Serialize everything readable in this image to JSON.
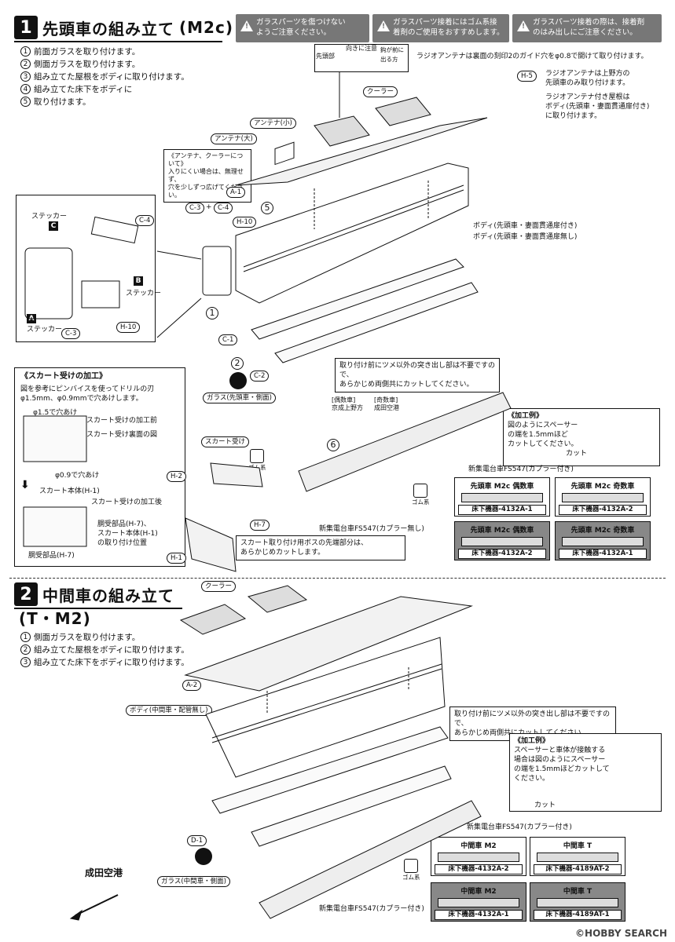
{
  "section1": {
    "num": "1",
    "title": "先頭車の組み立て",
    "model": "(M2c)",
    "steps": [
      {
        "n": "1",
        "text": "前面ガラスを取り付けます。"
      },
      {
        "n": "2",
        "text": "側面ガラスを取り付けます。"
      },
      {
        "n": "3",
        "text": "組み立てた屋根をボディに取り付けます。"
      },
      {
        "n": "4",
        "text": "組み立てた床下をボディに"
      },
      {
        "n": "5",
        "text": "取り付けます。"
      }
    ],
    "warnings": [
      {
        "line1": "ガラスパーツを傷つけない",
        "line2": "ようご注意ください。"
      },
      {
        "line1": "ガラスパーツ接着にはゴム系接",
        "line2": "着剤のご使用をおすすめします。"
      },
      {
        "line1": "ガラスパーツ接着の際は、接着剤",
        "line2": "のはみ出しにご注意ください。"
      }
    ],
    "labels": {
      "forward": "向きに注意",
      "head_side": "先頭部",
      "hook": "鈎が前に出る方",
      "radio_note": "ラジオアンテナは裏面の刻印2のガイド穴をφ0.8で開けて取り付けます。",
      "h5": "H-5",
      "radio_note2a": "ラジオアンテナは上野方の",
      "radio_note2b": "先頭車のみ取り付けます。",
      "radio_note3a": "ラジオアンテナ付き屋根は",
      "radio_note3b": "ボディ(先頭車・妻面貫通扉付き)",
      "radio_note3c": "に取り付けます。",
      "cooler": "クーラー",
      "antenna_small": "アンテナ(小)",
      "antenna_large": "アンテナ(大)",
      "antenna_note1": "《アンテナ、クーラーについて》",
      "antenna_note2": "入りにくい場合は、無理せず、",
      "antenna_note3": "穴を少しずつ広げてください。",
      "a1": "A-1",
      "step5": "5",
      "c3": "C-3",
      "c4": "C-4",
      "h10": "H-10",
      "plus": "+",
      "sticker": "ステッカー",
      "sticker_c": "C",
      "sticker_b": "B",
      "sticker_a": "A",
      "body1": "ボディ(先頭車・妻面貫通扉付き)",
      "body2": "ボディ(先頭車・妻面貫通扉無し)",
      "step1": "1",
      "c1": "C-1",
      "c2": "C-2",
      "step2": "2",
      "glass_front": "ガラス(先頭車・側面)",
      "cut_note1": "取り付け前にツメ以外の突き出し部は不要ですので、",
      "cut_note2": "あらかじめ両側共にカットしてください。",
      "dir_even_head": "[偶数車]",
      "dir_even": "京成上野方",
      "dir_odd_head": "[奇数車]",
      "dir_odd": "成田空港",
      "example_head": "《加工例》",
      "example1": "図のようにスペーサー",
      "example2": "の端を1.5mmほど",
      "example3": "カットしてください。",
      "cut": "カット",
      "step6": "6",
      "gum": "ゴム系",
      "bogie_with": "新集電台車FS547(カプラー付き)",
      "bogie_without": "新集電台車FS547(カプラー無し)",
      "skirt_title": "《スカート受けの加工》",
      "skirt_1": "図を参考にピンバイスを使ってドリルの刃",
      "skirt_2": "φ1.5mm、φ0.9mmで穴あけします。",
      "hole15": "φ1.5で穴あけ",
      "skirt_before": "スカート受けの加工前",
      "skirt_back": "スカート受け裏面の図",
      "hole09": "φ0.9で穴あけ",
      "skirt_body": "スカート本体(H-1)",
      "skirt_after": "スカート受けの加工後",
      "parts1": "胴受部品(H-7)、",
      "parts2": "スカート本体(H-1)",
      "parts3": "の取り付け位置",
      "parts4": "胴受部品(H-7)",
      "skirt_recv": "スカート受け",
      "h2": "H-2",
      "h7": "H-7",
      "h1": "H-1",
      "skirt_note1": "スカート取り付け用ボスの先端部分は、",
      "skirt_note2": "あらかじめカットします。"
    },
    "tags": [
      {
        "head": "先頭車 M2c 偶数車",
        "foot": "床下機器-4132A-1",
        "dark": false
      },
      {
        "head": "先頭車 M2c 奇数車",
        "foot": "床下機器-4132A-2",
        "dark": false
      },
      {
        "head": "先頭車 M2c 偶数車",
        "foot": "床下機器-4132A-2",
        "dark": true
      },
      {
        "head": "先頭車 M2c 奇数車",
        "foot": "床下機器-4132A-1",
        "dark": true
      }
    ]
  },
  "section2": {
    "num": "2",
    "title": "中間車の組み立て",
    "model": "(T・M2)",
    "steps": [
      {
        "n": "1",
        "text": "側面ガラスを取り付けます。"
      },
      {
        "n": "2",
        "text": "組み立てた屋根をボディに取り付けます。"
      },
      {
        "n": "3",
        "text": "組み立てた床下をボディに取り付けます。"
      }
    ],
    "labels": {
      "cooler": "クーラー",
      "a2": "A-2",
      "body": "ボディ(中間車・配管無し)",
      "cut_note1": "取り付け前にツメ以外の突き出し部は不要ですので、",
      "cut_note2": "あらかじめ両側共にカットしてください。",
      "example_head": "《加工例》",
      "example1": "スペーサーと車体が接触する",
      "example2": "場合は図のようにスペーサー",
      "example3": "の端を1.5mmほどカットして",
      "example4": "ください。",
      "cut": "カット",
      "d1": "D-1",
      "bogie_with": "新集電台車FS547(カプラー付き)",
      "bogie_with2": "新集電台車FS547(カプラー付き)",
      "glass": "ガラス(中間車・側面)",
      "narita": "成田空港",
      "gum": "ゴム系"
    },
    "tags": [
      {
        "head": "中間車 M2",
        "foot": "床下機器-4132A-2",
        "dark": false
      },
      {
        "head": "中間車 T",
        "foot": "床下機器-4189AT-2",
        "dark": false
      },
      {
        "head": "中間車 M2",
        "foot": "床下機器-4132A-1",
        "dark": true
      },
      {
        "head": "中間車 T",
        "foot": "床下機器-4189AT-1",
        "dark": true
      }
    ]
  },
  "watermark": "©HOBBY SEARCH"
}
